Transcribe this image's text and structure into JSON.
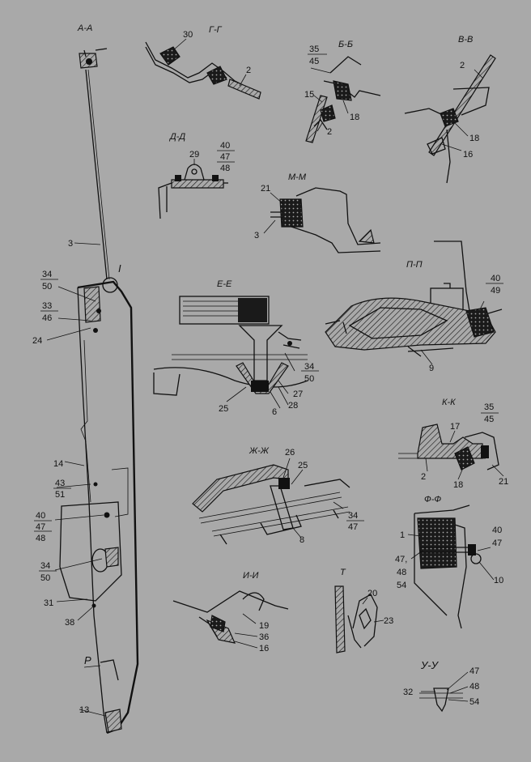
{
  "sections": {
    "aa": "А-А",
    "gg": "Г-Г",
    "bb": "Б-Б",
    "vv": "В-В",
    "dd": "Д-Д",
    "mm": "М-М",
    "pp": "П-П",
    "ee": "Е-Е",
    "kk": "К-К",
    "zhzh": "Ж-Ж",
    "ff": "Ф-Ф",
    "ii": "И-И",
    "t": "Т",
    "uu": "У-У"
  },
  "labels": {
    "n30": "30",
    "n2_gg": "2",
    "n35_bb": "35",
    "n45_bb": "45",
    "n15": "15",
    "n18_bb": "18",
    "n2_bb": "2",
    "n2_vv": "2",
    "n18_vv": "18",
    "n16_vv": "16",
    "n29": "29",
    "n40_dd": "40",
    "n47_dd": "47",
    "n48_dd": "48",
    "n21_mm": "21",
    "n3_mm": "3",
    "n3_main": "3",
    "n1_roman": "I",
    "n34_a": "34",
    "n50_a": "50",
    "n33": "33",
    "n46": "46",
    "n24": "24",
    "n14": "14",
    "n43": "43",
    "n51": "51",
    "n40_m": "40",
    "n47_m": "47",
    "n48_m": "48",
    "n34_b": "34",
    "n50_b": "50",
    "n31": "31",
    "n38": "38",
    "r": "Р",
    "n13": "13",
    "n40_pp": "40",
    "n49": "49",
    "n9": "9",
    "n34_ee": "34",
    "n50_ee": "50",
    "n27": "27",
    "n28": "28",
    "n25_ee": "25",
    "n6": "6",
    "n35_kk": "35",
    "n45_kk": "45",
    "n17": "17",
    "n2_kk": "2",
    "n18_kk": "18",
    "n21_kk": "21",
    "n26": "26",
    "n25_zh": "25",
    "n8": "8",
    "n34_zh": "34",
    "n47_zh": "47",
    "n1_ff": "1",
    "n47_ff": "47,",
    "n48_ff": "48",
    "n54_ff": "54",
    "n40_ff": "40",
    "n47_ff2": "47",
    "n10": "10",
    "n19": "19",
    "n36": "36",
    "n16_ii": "16",
    "n20": "20",
    "n23": "23",
    "n32": "32",
    "n47_uu": "47",
    "n48_uu": "48",
    "n54_uu": "54"
  }
}
